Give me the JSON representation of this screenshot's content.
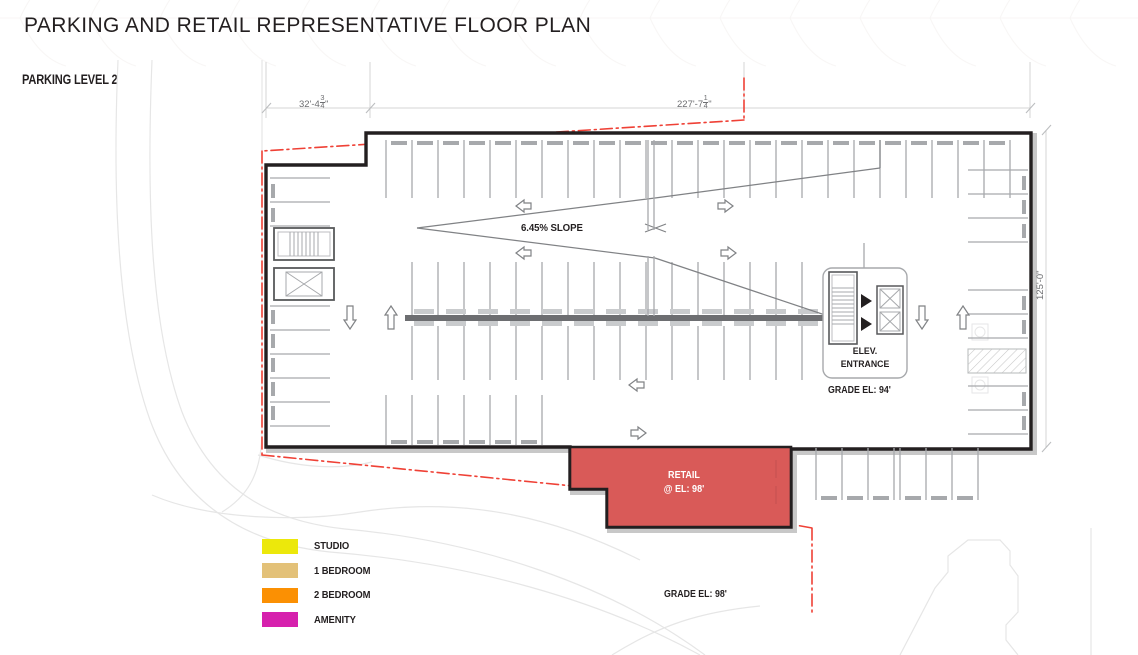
{
  "header": {
    "title": "PARKING AND RETAIL REPRESENTATIVE FLOOR PLAN",
    "level_label": "PARKING LEVEL 2"
  },
  "dimensions": {
    "top_left": {
      "feet": "32'-4",
      "num": "3",
      "den": "4",
      "unit": "\""
    },
    "top_right": {
      "feet": "227'-7",
      "num": "1",
      "den": "4",
      "unit": "\""
    },
    "right_side": "125'-0\""
  },
  "annotations": {
    "slope": "6.45% SLOPE",
    "elevator_entrance_line1": "ELEV.",
    "elevator_entrance_line2": "ENTRANCE",
    "grade_el_94": "GRADE EL: 94'",
    "grade_el_98": "GRADE EL: 98'",
    "retail_line1": "RETAIL",
    "retail_line2": "@ EL: 98'"
  },
  "legend": {
    "items": [
      {
        "label": "STUDIO",
        "color": "#ece80b"
      },
      {
        "label": "1 BEDROOM",
        "color": "#e3c178"
      },
      {
        "label": "2 BEDROOM",
        "color": "#fb9003"
      },
      {
        "label": "AMENITY",
        "color": "#d621ad"
      }
    ]
  },
  "colors": {
    "retail_fill": "#d95a58",
    "property_line": "#ef4136",
    "wall": "#231f20",
    "stall_line": "#a7a9ac",
    "wheel_stop": "#a7a9ac",
    "site_line": "#e4e4e4",
    "dim_text": "#6d6e71"
  }
}
